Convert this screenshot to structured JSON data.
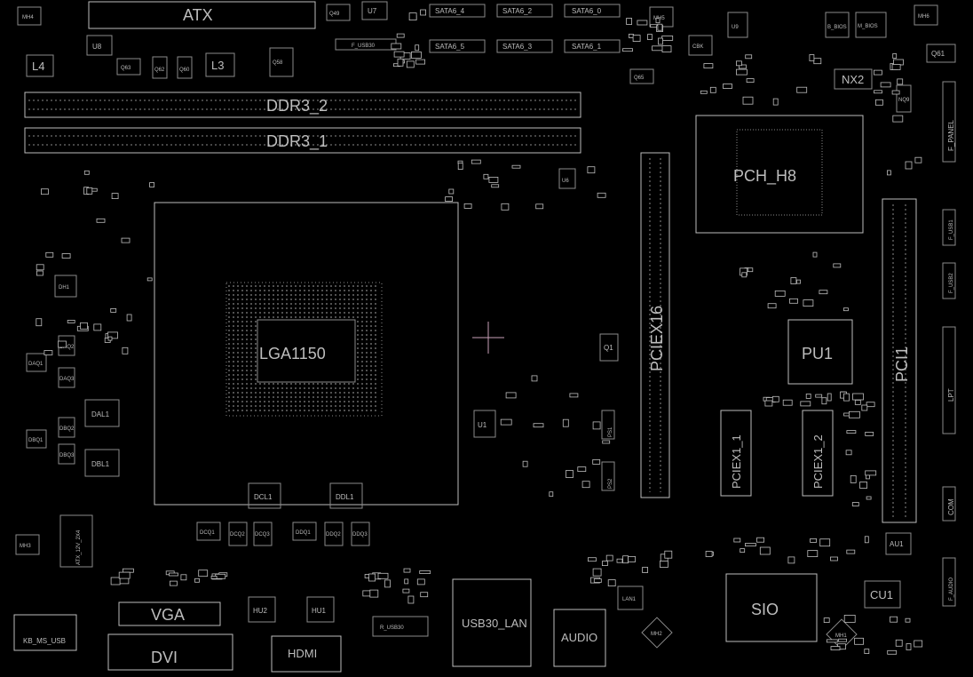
{
  "colors": {
    "background": "#000000",
    "silkscreen": "#bdbdbd",
    "dim": "#8a8a8a",
    "marker": "#c9a0b8"
  },
  "labels": {
    "atx": "ATX",
    "q49": "Q49",
    "u7": "U7",
    "sata4": "SATA6_4",
    "sata2": "SATA6_2",
    "sata0": "SATA6_0",
    "sata5": "SATA6_5",
    "sata3": "SATA6_3",
    "sata1": "SATA6_1",
    "mh4": "MH4",
    "mh5": "MH5",
    "mh6": "MH6",
    "mh3": "MH3",
    "mh1": "MH1",
    "mh2": "MH2",
    "u8": "U8",
    "u9": "U9",
    "u6": "U6",
    "u1": "U1",
    "l4": "L4",
    "l3": "L3",
    "q63": "Q63",
    "q62": "Q62",
    "q60": "Q60",
    "q58": "Q58",
    "q65": "Q65",
    "q61": "Q61",
    "q1": "Q1",
    "f_usb30": "F_USB30",
    "ddr3_2": "DDR3_2",
    "ddr3_1": "DDR3_1",
    "cpu_socket": "LGA1150",
    "pch": "PCH_H8",
    "pciex16": "PCIEX16",
    "pci1": "PCI1",
    "pciex1_1": "PCIEX1_1",
    "pciex1_2": "PCIEX1_2",
    "pu1": "PU1",
    "nx2": "NX2",
    "nq9": "NQ9",
    "b_bios": "B_BIOS",
    "m_bios": "M_BIOS",
    "cbk": "CBK",
    "dal1": "DAL1",
    "dbl1": "DBL1",
    "dcl1": "DCL1",
    "ddl1": "DDL1",
    "daq1": "DAQ1",
    "dbq1": "DBQ1",
    "daq2": "DAQ2",
    "daq3": "DAQ3",
    "dbq2": "DBQ2",
    "dbq3": "DBQ3",
    "dcq1": "DCQ1",
    "dcq2": "DCQ2",
    "dcq3": "DCQ3",
    "ddq1": "DDQ1",
    "ddq2": "DDQ2",
    "ddq3": "DDQ3",
    "dh1": "DH1",
    "atx_12v": "ATX_12V_2X4",
    "kb_ms_usb": "KB_MS_USB",
    "vga": "VGA",
    "dvi": "DVI",
    "hdmi": "HDMI",
    "hu2": "HU2",
    "hu1": "HU1",
    "r_usb30": "R_USB30",
    "usb30_lan": "USB30_LAN",
    "audio": "AUDIO",
    "lan1": "LAN1",
    "sio": "SIO",
    "cu1": "CU1",
    "au1": "AU1",
    "f_panel": "F_PANEL",
    "f_usb1": "F_USB1",
    "f_usb2": "F_USB2",
    "lpt": "LPT",
    "com": "COM",
    "f_audio": "F_AUDIO",
    "ps1": "PS1",
    "ps2": "PS2"
  }
}
